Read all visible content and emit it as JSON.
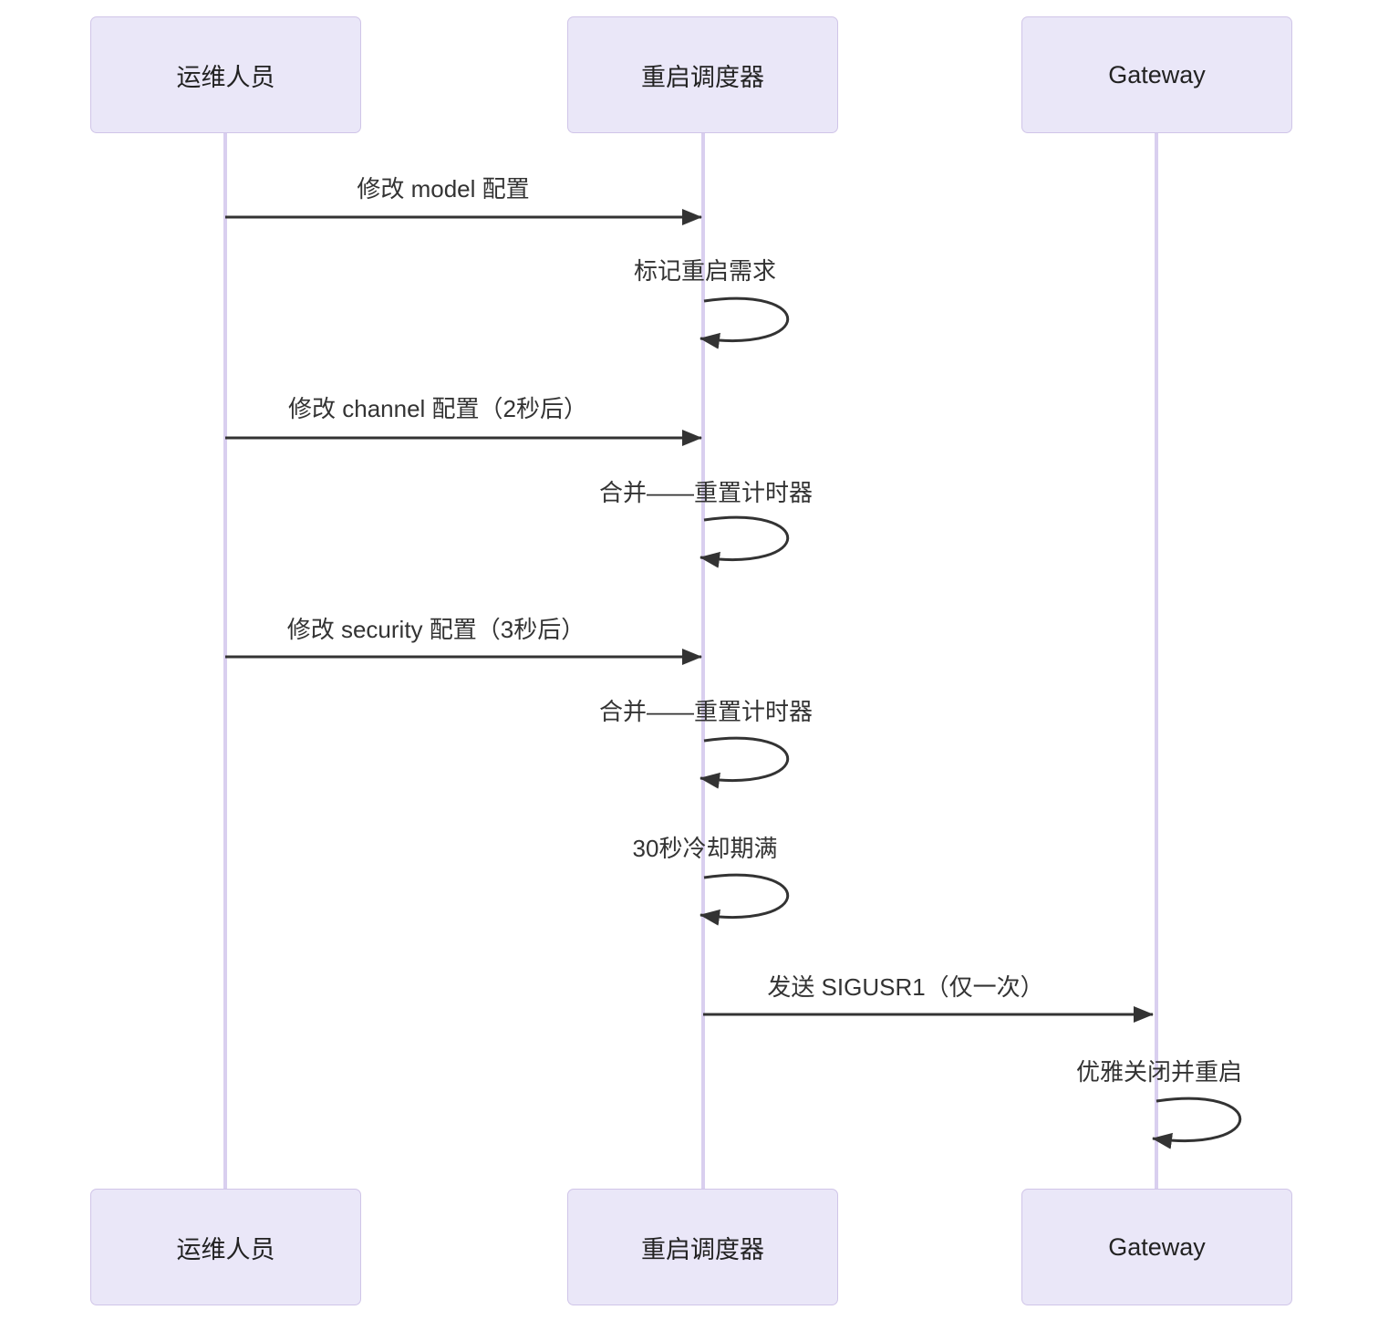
{
  "diagram": {
    "type": "sequence",
    "participants": [
      {
        "id": "ops",
        "label": "运维人员"
      },
      {
        "id": "scheduler",
        "label": "重启调度器"
      },
      {
        "id": "gateway",
        "label": "Gateway"
      }
    ],
    "messages": [
      {
        "type": "arrow",
        "from": "ops",
        "to": "scheduler",
        "label": "修改 model 配置"
      },
      {
        "type": "self",
        "on": "scheduler",
        "label": "标记重启需求"
      },
      {
        "type": "arrow",
        "from": "ops",
        "to": "scheduler",
        "label": "修改 channel 配置（2秒后）"
      },
      {
        "type": "self",
        "on": "scheduler",
        "label": "合并——重置计时器"
      },
      {
        "type": "arrow",
        "from": "ops",
        "to": "scheduler",
        "label": "修改 security 配置（3秒后）"
      },
      {
        "type": "self",
        "on": "scheduler",
        "label": "合并——重置计时器"
      },
      {
        "type": "self",
        "on": "scheduler",
        "label": "30秒冷却期满"
      },
      {
        "type": "arrow",
        "from": "scheduler",
        "to": "gateway",
        "label": "发送 SIGUSR1（仅一次）"
      },
      {
        "type": "self",
        "on": "gateway",
        "label": "优雅关闭并重启"
      }
    ],
    "colors": {
      "background": "#FFFFFF",
      "actor_fill": "#EAE7F8",
      "actor_border": "#D0C5E8",
      "lifeline": "#D9CFEF",
      "message_line": "#333333",
      "actor_text": "#222222",
      "message_text": "#333333"
    }
  }
}
